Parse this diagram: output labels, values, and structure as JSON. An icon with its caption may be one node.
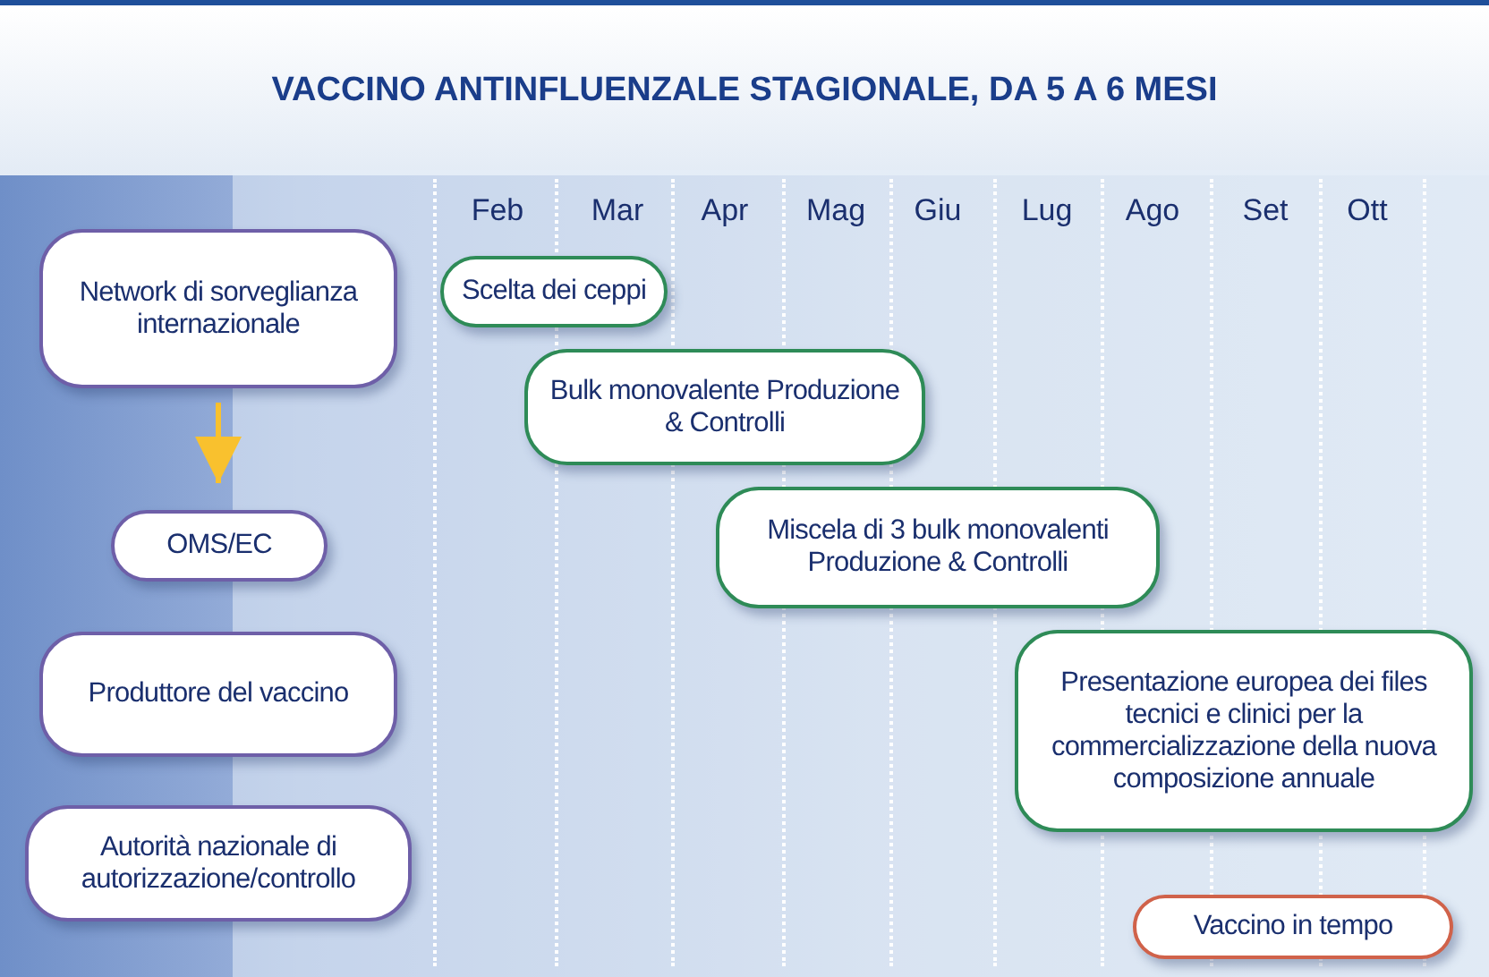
{
  "diagram": {
    "title": "VACCINO ANTINFLUENZALE STAGIONALE, DA 5 A 6 MESI",
    "nodes": [
      {
        "text": [
          "Network di sorveglianza internazionale"
        ]
      },
      {
        "text": [
          "OMS/EC"
        ]
      },
      {
        "text": [
          "Produttore del vaccino"
        ]
      },
      {
        "text": [
          "Autorità nazionale di autorizzazione/controllo"
        ]
      },
      {
        "text": [
          "Scelta dei ceppi"
        ]
      },
      {
        "text": [
          "Bulk monovalente Produzione & Controlli"
        ]
      },
      {
        "text": [
          "Miscela di 3 bulk monovalenti Produzione & Controlli"
        ]
      },
      {
        "text": [
          "Presentazione europea dei files tecnici e clinici per la commercializzazione della nuova composizione annuale"
        ]
      },
      {
        "text": [
          "Vaccino in tempo"
        ]
      }
    ],
    "edges": [
      {
        "from": 0,
        "to": 1,
        "arrow": "to",
        "color": "#f9c12e"
      }
    ],
    "labels": [
      "Feb",
      "Mar",
      "Apr",
      "Mag",
      "Giu",
      "Lug",
      "Ago",
      "Set",
      "Ott"
    ]
  }
}
